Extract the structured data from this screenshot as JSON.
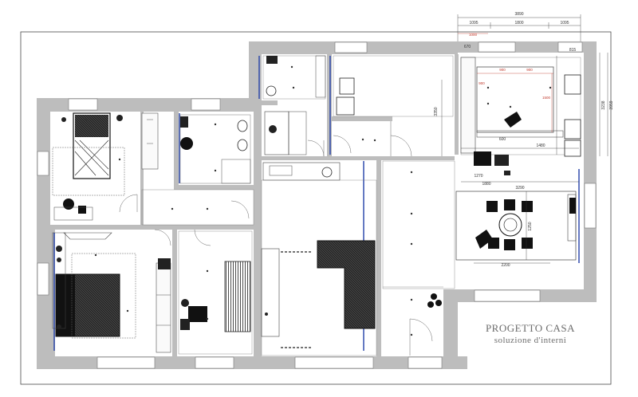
{
  "project": {
    "title": "PROGETTO CASA",
    "subtitle": "soluzione d'interni"
  },
  "dimensions": {
    "top_total": "3890",
    "top_left": "1095",
    "top_mid": "1800",
    "top_right": "1095",
    "red_top": "1000",
    "kitchen_small_1": "670",
    "kitchen_small_2": "815",
    "red_inner_1": "900",
    "red_inner_2": "900",
    "red_inner_3": "900",
    "red_vert": "1500",
    "right_v1": "3238",
    "right_v2": "3959",
    "corridor_v": "3350",
    "under_kitchen_1": "1270",
    "under_kitchen_2": "1880",
    "under_kitchen_3": "1480",
    "living_w": "3290",
    "dining_h": "1250",
    "dining_w": "2200",
    "small_600": "600"
  },
  "colors": {
    "wall": "#bdbdbd",
    "wall_dark": "#9e9e9e",
    "line": "#2b2b2b",
    "blue": "#2340a8",
    "red": "#c0392b",
    "furniture": "#1a1a1a"
  }
}
